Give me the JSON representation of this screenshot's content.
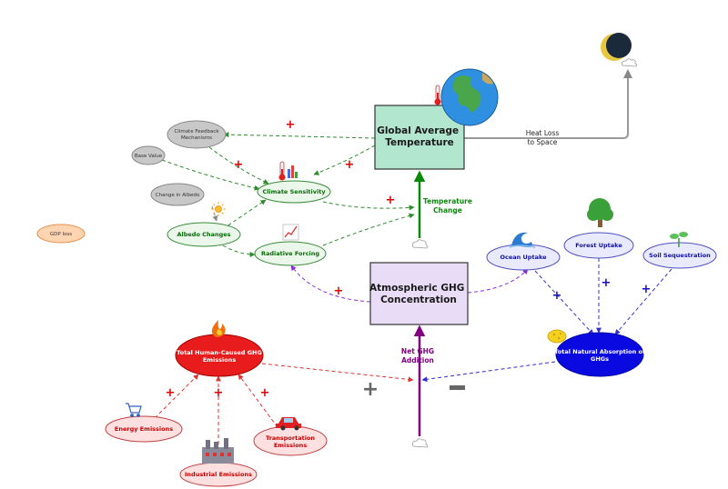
{
  "stocks": {
    "temperature": "Global Average Temperature",
    "ghg": "Atmospheric GHG Concentration"
  },
  "flows": {
    "temperature_change": "Temperature Change",
    "net_ghg_addition": "Net GHG Addition",
    "heat_loss": "Heat Loss to Space"
  },
  "variables": {
    "climate_feedback": "Climate Feedback Mechanisms",
    "base_value": "Base Value",
    "change_in_albedo": "Change in Albedo",
    "gdp_loss": "GDP loss",
    "climate_sensitivity": "Climate Sensitivity",
    "albedo_changes": "Albedo Changes",
    "radiative_forcing": "Radiative Forcing",
    "ocean_uptake": "Ocean Uptake",
    "forest_uptake": "Forest Uptake",
    "soil_sequestration": "Soil Sequestration",
    "total_natural_absorption": "Total Natural Absorption of GHGs",
    "total_human_emissions": "Total Human-Caused GHG Emissions",
    "energy_emissions": "Energy Emissions",
    "industrial_emissions": "Industrial Emissions",
    "transportation_emissions": "Transportation Emissions"
  },
  "polarity": {
    "plus": "+",
    "minus": "−"
  },
  "colors": {
    "temperature_stock_fill": "#b3e6cf",
    "ghg_stock_fill": "#e8dcf7",
    "human_emissions_fill": "#e81c1c",
    "natural_absorption_fill": "#0a0ae0",
    "green_link": "#2e8b2e",
    "purple_link": "#8a2be2",
    "red_link": "#e03030",
    "blue_link": "#3030d0",
    "flow_green": "#0a8a0a",
    "flow_purple": "#800080"
  },
  "icons": {
    "earth": "earth-globe-icon",
    "moon": "crescent-moon-icon",
    "cloud": "cloud-icon",
    "thermometer": "thermometer-icon",
    "sun": "sun-icon",
    "chart": "chart-increasing-icon",
    "wave": "ocean-wave-icon",
    "tree": "deciduous-tree-icon",
    "seedling": "seedling-icon",
    "sponge": "sponge-icon",
    "fire": "fire-icon",
    "cart": "shopping-cart-icon",
    "factory": "factory-icon",
    "car": "car-icon"
  }
}
